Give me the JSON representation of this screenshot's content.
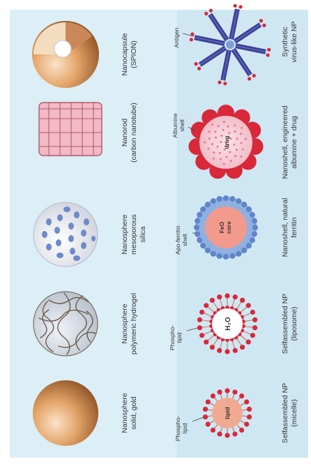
{
  "colors": {
    "background": "#cfe7f2",
    "top_band": "#dceef6",
    "text": "#333333",
    "gold": "#d08a4c",
    "pink_rod": "#f3b9c4",
    "red": "#d8283a",
    "blue": "#6b86c6",
    "navy": "#3a3f93"
  },
  "top_row": [
    {
      "name": "Nanosphere",
      "subtitle": "solid, gold"
    },
    {
      "name": "Nanosphere",
      "subtitle": "polymeric hydrogel"
    },
    {
      "name": "Nanosphere",
      "subtitle": "mesoporous",
      "subtitle2": "silica"
    },
    {
      "name": "Nanorod",
      "subtitle": "(carbon nanotube)"
    },
    {
      "name": "Nanocapsule",
      "subtitle": "(SPION)"
    }
  ],
  "bottom_row": [
    {
      "name": "Selfassembled NP",
      "subtitle": "(micelle)",
      "callout1": "Phospho-",
      "callout2": "lipid",
      "core": "lipid"
    },
    {
      "name": "Selfassembled NP",
      "subtitle": "(liposome)",
      "callout1": "Phospho-",
      "callout2": "lipid",
      "core": "H₂O"
    },
    {
      "name": "Nanoshell, natural",
      "subtitle": "ferritin",
      "callout1": "Apo-ferritin",
      "callout2": "shell",
      "core": "FeO",
      "core2": "core"
    },
    {
      "name": "Nanoshell, engineered",
      "subtitle": "albumine + drug",
      "callout1": "Albumine",
      "callout2": "shell",
      "core": "drug"
    },
    {
      "name": "Synthetic",
      "subtitle": "virus-like NP",
      "callout1": "Antigen"
    }
  ]
}
